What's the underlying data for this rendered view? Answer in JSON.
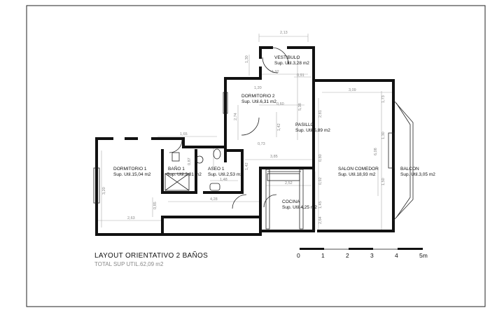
{
  "rooms": {
    "vestibulo": {
      "name": "VESTIBULO",
      "area": "Sup. Util.3,28 m2"
    },
    "dormitorio2": {
      "name": "DORMITORIO 2",
      "area": "Sup. Util.6,31 m2"
    },
    "pasillo": {
      "name": "PASILLO",
      "area": "Sup. Util.5,89 m2"
    },
    "salon": {
      "name": "SALON COMEDOR",
      "area": "Sup. Util.18,93 m2"
    },
    "balcon": {
      "name": "BALCON",
      "area": "Sup. Util.3,05 m2"
    },
    "dormitorio1": {
      "name": "DORMITORIO 1",
      "area": "Sup. Util.15,04 m2"
    },
    "bano1": {
      "name": "BAÑO 1",
      "area": "Sup. Util.2,81 m2"
    },
    "aseo1": {
      "name": "ASEO 1",
      "area": "Sup. Util.2,53 m2"
    },
    "cocina": {
      "name": "COCINA",
      "area": "Sup. Util.4,25 m2"
    }
  },
  "dimensions": {
    "d213": "2,13",
    "d130": "1,30",
    "d192": "1,92",
    "d091": "0,91",
    "d309": "3,09",
    "d173": "1,73",
    "d120": "1,20",
    "d060": "0,60",
    "d274": "2,74",
    "d142": "1,42",
    "d538": "5,38",
    "d281": "2,81",
    "d165": "1,65",
    "d073": "0,73",
    "d385": "3,85",
    "d087": "0,87",
    "d142b": "1,42",
    "d080": "0,80",
    "d608": "6,08",
    "d150": "1,50",
    "d148": "1,48",
    "d252": "2,52",
    "d092": "0,92",
    "d320": "3,20",
    "d428": "4,28",
    "d085": "0,85",
    "d145": "1,45",
    "d263": "2,63",
    "d264": "2,64"
  },
  "title": "LAYOUT ORIENTATIVO  2 BAÑOS",
  "subtitle": "TOTAL SUP UTIL.62,09 m2",
  "scale": {
    "labels": [
      "0",
      "1",
      "2",
      "3",
      "4",
      "5m"
    ]
  }
}
